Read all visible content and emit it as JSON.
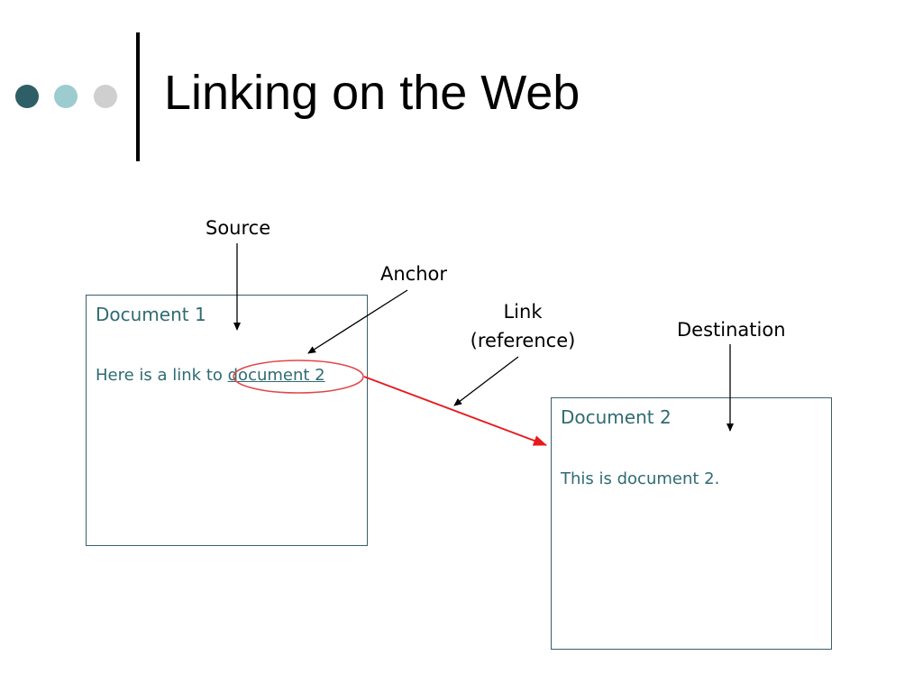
{
  "slide": {
    "title": "Linking on the Web",
    "bullet_colors": [
      "#2e5e66",
      "#9ccccf",
      "#cfcfcf"
    ],
    "title_bar_color": "#000000"
  },
  "labels": {
    "source": "Source",
    "anchor": "Anchor",
    "link_line1": "Link",
    "link_line2": "(reference)",
    "destination": "Destination"
  },
  "document1": {
    "title": "Document 1",
    "text_prefix": "Here is a link to ",
    "link_text": "document 2"
  },
  "document2": {
    "title": "Document 2",
    "text": "This is document 2."
  },
  "colors": {
    "doc_text": "#2f6b73",
    "doc_border": "#3b5f6b",
    "link_arrow": "#e8191b",
    "anchor_ellipse": "#e0464a"
  }
}
